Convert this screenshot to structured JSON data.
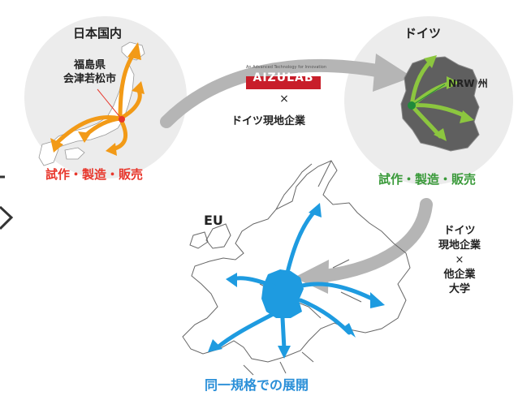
{
  "japan": {
    "title": "日本国内",
    "location_line1": "福島県",
    "location_line2": "会津若松市",
    "activity": "試作・製造・販売",
    "activity_color": "#e8372c",
    "arrow_color": "#f29a17"
  },
  "germany": {
    "title": "ドイツ",
    "region": "NRW 州",
    "activity": "試作・製造・販売",
    "activity_color": "#3a9a3a",
    "arrow_color": "#8cc63f"
  },
  "partnership": {
    "logo": "AIZULAB",
    "logo_tagline": "An Advanced Technology for Innovation",
    "times": "×",
    "partner": "ドイツ現地企業"
  },
  "eu": {
    "label": "EU",
    "expansion": "同一規格での展開",
    "expansion_color": "#2a8fd8",
    "arrow_color": "#1e9be0",
    "collab_line1": "ドイツ",
    "collab_line2": "現地企業",
    "collab_times": "×",
    "collab_line3": "他企業",
    "collab_line4": "大学"
  },
  "connector_color": "#b5b5b5",
  "icons": [
    "japan-map-icon",
    "germany-map-icon",
    "europe-map-icon",
    "aizulab-logo-icon"
  ]
}
